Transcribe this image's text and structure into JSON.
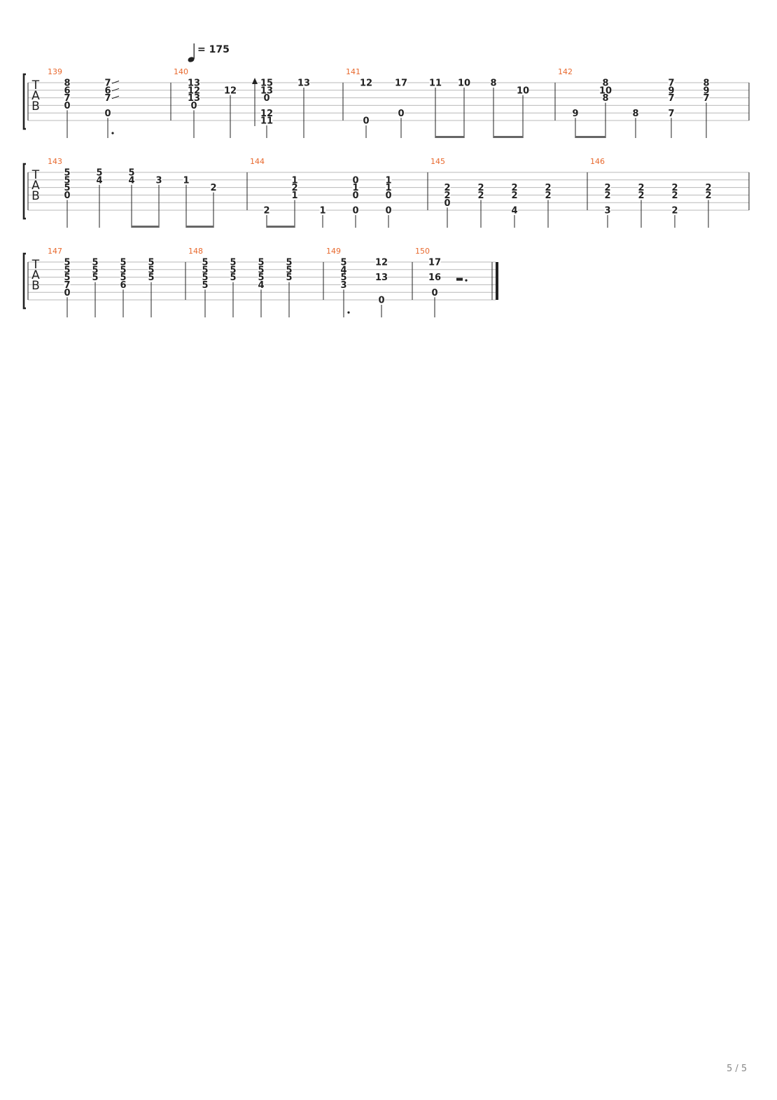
{
  "tempo": {
    "symbol": "quarter-note-icon",
    "text": "= 175"
  },
  "clef": [
    "T",
    "A",
    "B"
  ],
  "page_number": "5 / 5",
  "colors": {
    "measure_number": "#e8692e",
    "staff_line": "#b8b8b8",
    "ink": "#222222",
    "beam": "#666666"
  },
  "systems": [
    {
      "measures": [
        {
          "number": "139",
          "notes": [
            {
              "frets": [
                [
                  "8",
                  1
                ],
                [
                  "6",
                  2
                ],
                [
                  "7",
                  3
                ],
                [
                  "0",
                  4
                ]
              ]
            },
            {
              "frets": [
                [
                  "7",
                  1
                ],
                [
                  "6",
                  2
                ],
                [
                  "7",
                  3
                ],
                [
                  "0",
                  5
                ]
              ],
              "slide": true,
              "dotted": true
            }
          ]
        },
        {
          "number": "140",
          "notes": [
            {
              "frets": [
                [
                  "13",
                  1
                ],
                [
                  "12",
                  2
                ],
                [
                  "13",
                  3
                ],
                [
                  "0",
                  4
                ]
              ]
            },
            {
              "frets": [
                [
                  "12",
                  2
                ]
              ]
            },
            {
              "frets": [
                [
                  "15",
                  1
                ],
                [
                  "13",
                  2
                ],
                [
                  "0",
                  3
                ],
                [
                  "12",
                  5
                ],
                [
                  "11",
                  6
                ]
              ],
              "arrow": true
            },
            {
              "frets": [
                [
                  "13",
                  1
                ]
              ]
            }
          ]
        },
        {
          "number": "141",
          "notes": [
            {
              "frets": [
                [
                  "12",
                  1
                ],
                [
                  "0",
                  6
                ]
              ]
            },
            {
              "frets": [
                [
                  "17",
                  1
                ],
                [
                  "0",
                  5
                ]
              ]
            },
            {
              "frets": [
                [
                  "11",
                  1
                ]
              ],
              "beam": "start"
            },
            {
              "frets": [
                [
                  "10",
                  1
                ]
              ],
              "beam": "end"
            },
            {
              "frets": [
                [
                  "8",
                  1
                ]
              ],
              "beam": "start"
            },
            {
              "frets": [
                [
                  "10",
                  2
                ]
              ],
              "beam": "end"
            }
          ]
        },
        {
          "number": "142",
          "notes": [
            {
              "frets": [
                [
                  "9",
                  5
                ]
              ],
              "beam": "start"
            },
            {
              "frets": [
                [
                  "8",
                  1
                ],
                [
                  "10",
                  2
                ],
                [
                  "8",
                  3
                ]
              ],
              "beam": "end"
            },
            {
              "frets": [
                [
                  "8",
                  5
                ]
              ]
            },
            {
              "frets": [
                [
                  "7",
                  1
                ],
                [
                  "9",
                  2
                ],
                [
                  "7",
                  3
                ],
                [
                  "7",
                  5
                ]
              ]
            },
            {
              "frets": [
                [
                  "8",
                  1
                ],
                [
                  "9",
                  2
                ],
                [
                  "7",
                  3
                ]
              ]
            }
          ]
        }
      ]
    },
    {
      "measures": [
        {
          "number": "143",
          "notes": [
            {
              "frets": [
                [
                  "5",
                  1
                ],
                [
                  "5",
                  2
                ],
                [
                  "5",
                  3
                ],
                [
                  "0",
                  4
                ]
              ]
            },
            {
              "frets": [
                [
                  "5",
                  1
                ],
                [
                  "4",
                  2
                ]
              ]
            },
            {
              "frets": [
                [
                  "5",
                  1
                ],
                [
                  "4",
                  2
                ]
              ],
              "beam": "start"
            },
            {
              "frets": [
                [
                  "3",
                  2
                ]
              ],
              "beam": "end"
            },
            {
              "frets": [
                [
                  "1",
                  2
                ]
              ],
              "beam": "start"
            },
            {
              "frets": [
                [
                  "2",
                  3
                ]
              ],
              "beam": "end"
            }
          ]
        },
        {
          "number": "144",
          "notes": [
            {
              "frets": [
                [
                  "2",
                  6
                ]
              ],
              "beam": "start"
            },
            {
              "frets": [
                [
                  "1",
                  2
                ],
                [
                  "2",
                  3
                ],
                [
                  "1",
                  4
                ]
              ],
              "beam": "end"
            },
            {
              "frets": [
                [
                  "1",
                  6
                ]
              ]
            },
            {
              "frets": [
                [
                  "0",
                  2
                ],
                [
                  "1",
                  3
                ],
                [
                  "0",
                  4
                ],
                [
                  "0",
                  6
                ]
              ]
            },
            {
              "frets": [
                [
                  "1",
                  2
                ],
                [
                  "1",
                  3
                ],
                [
                  "0",
                  4
                ],
                [
                  "0",
                  6
                ]
              ]
            }
          ]
        },
        {
          "number": "145",
          "notes": [
            {
              "frets": [
                [
                  "2",
                  3
                ],
                [
                  "2",
                  4
                ],
                [
                  "0",
                  5
                ]
              ]
            },
            {
              "frets": [
                [
                  "2",
                  3
                ],
                [
                  "2",
                  4
                ]
              ]
            },
            {
              "frets": [
                [
                  "2",
                  3
                ],
                [
                  "2",
                  4
                ],
                [
                  "4",
                  6
                ]
              ]
            },
            {
              "frets": [
                [
                  "2",
                  3
                ],
                [
                  "2",
                  4
                ]
              ]
            }
          ]
        },
        {
          "number": "146",
          "notes": [
            {
              "frets": [
                [
                  "2",
                  3
                ],
                [
                  "2",
                  4
                ],
                [
                  "3",
                  6
                ]
              ]
            },
            {
              "frets": [
                [
                  "2",
                  3
                ],
                [
                  "2",
                  4
                ]
              ]
            },
            {
              "frets": [
                [
                  "2",
                  3
                ],
                [
                  "2",
                  4
                ],
                [
                  "2",
                  6
                ]
              ]
            },
            {
              "frets": [
                [
                  "2",
                  3
                ],
                [
                  "2",
                  4
                ]
              ]
            }
          ]
        }
      ]
    },
    {
      "measures": [
        {
          "number": "147",
          "notes": [
            {
              "frets": [
                [
                  "5",
                  1
                ],
                [
                  "5",
                  2
                ],
                [
                  "5",
                  3
                ],
                [
                  "7",
                  4
                ],
                [
                  "0",
                  5
                ]
              ]
            },
            {
              "frets": [
                [
                  "5",
                  1
                ],
                [
                  "5",
                  2
                ],
                [
                  "5",
                  3
                ]
              ]
            },
            {
              "frets": [
                [
                  "5",
                  1
                ],
                [
                  "5",
                  2
                ],
                [
                  "5",
                  3
                ],
                [
                  "6",
                  4
                ]
              ]
            },
            {
              "frets": [
                [
                  "5",
                  1
                ],
                [
                  "5",
                  2
                ],
                [
                  "5",
                  3
                ]
              ]
            }
          ]
        },
        {
          "number": "148",
          "notes": [
            {
              "frets": [
                [
                  "5",
                  1
                ],
                [
                  "5",
                  2
                ],
                [
                  "5",
                  3
                ],
                [
                  "5",
                  4
                ]
              ]
            },
            {
              "frets": [
                [
                  "5",
                  1
                ],
                [
                  "5",
                  2
                ],
                [
                  "5",
                  3
                ]
              ]
            },
            {
              "frets": [
                [
                  "5",
                  1
                ],
                [
                  "5",
                  2
                ],
                [
                  "5",
                  3
                ],
                [
                  "4",
                  4
                ]
              ]
            },
            {
              "frets": [
                [
                  "5",
                  1
                ],
                [
                  "5",
                  2
                ],
                [
                  "5",
                  3
                ]
              ]
            }
          ]
        },
        {
          "number": "149",
          "notes": [
            {
              "frets": [
                [
                  "5",
                  1
                ],
                [
                  "4",
                  2
                ],
                [
                  "5",
                  3
                ],
                [
                  "3",
                  4
                ]
              ],
              "dotted": true
            },
            {
              "frets": [
                [
                  "12",
                  1
                ],
                [
                  "13",
                  3
                ],
                [
                  "0",
                  6
                ]
              ]
            }
          ]
        },
        {
          "number": "150",
          "notes": [
            {
              "frets": [
                [
                  "17",
                  1
                ],
                [
                  "16",
                  3
                ],
                [
                  "0",
                  5
                ]
              ]
            }
          ],
          "rest": "dotted-half-rest",
          "final": true
        }
      ]
    }
  ]
}
